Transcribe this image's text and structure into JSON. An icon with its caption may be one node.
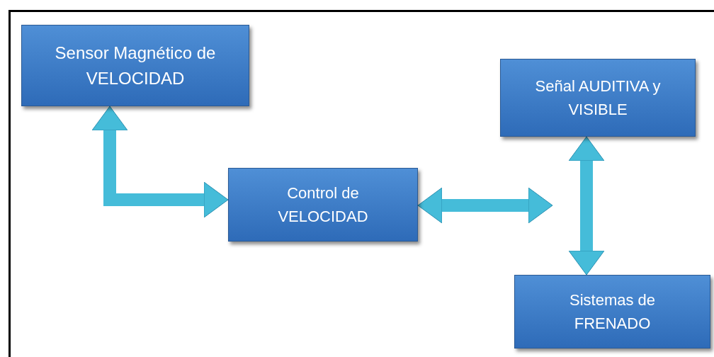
{
  "diagram": {
    "nodes": [
      {
        "text": [
          "Sensor Magnético de VELOCIDAD"
        ]
      },
      {
        "text": [
          "Control de VELOCIDAD"
        ]
      },
      {
        "text": [
          "Señal AUDITIVA y VISIBLE"
        ]
      },
      {
        "text": [
          "Sistemas de FRENADO"
        ]
      }
    ],
    "edges": [
      {
        "from": 0,
        "to": 1,
        "arrow": "both"
      },
      {
        "from": 1,
        "to": null,
        "arrow": "both"
      },
      {
        "from": 2,
        "to": 3,
        "arrow": "both"
      }
    ]
  }
}
